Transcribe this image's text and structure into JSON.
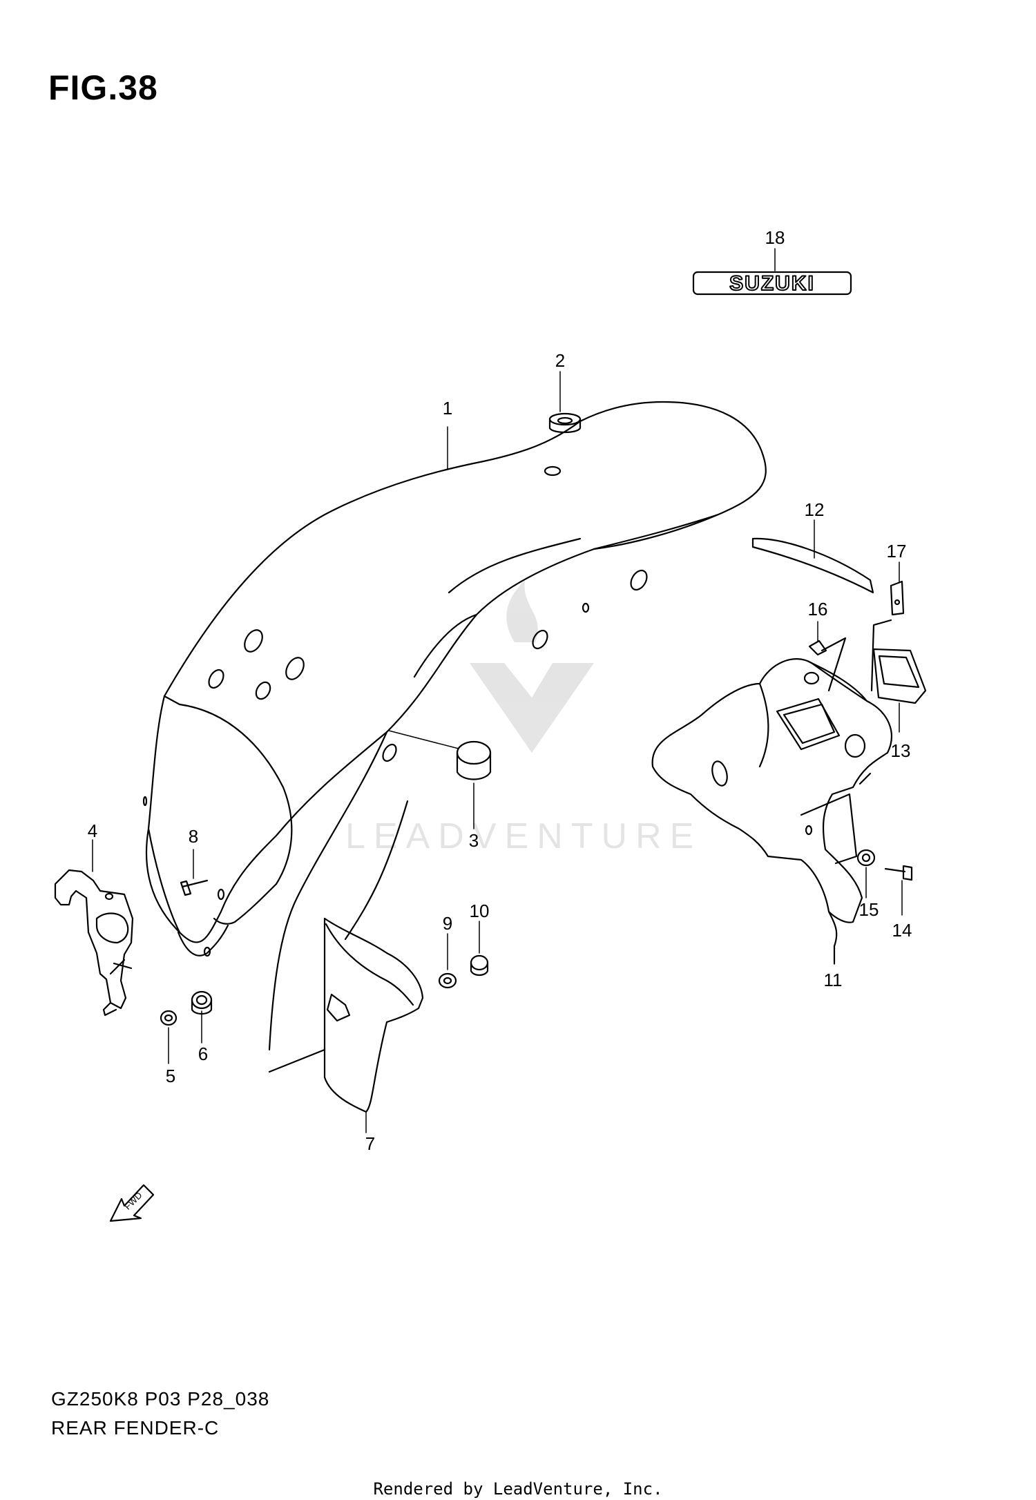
{
  "figure": {
    "title": "FIG.38",
    "model_code": "GZ250K8 P03 P28_038",
    "section_name": "REAR FENDER-C",
    "credit": "Rendered by LeadVenture, Inc."
  },
  "emblem": {
    "text": "SUZUKI"
  },
  "direction_arrow": {
    "label": "FWD"
  },
  "watermark": {
    "text": "LEADVENTURE"
  },
  "callouts": [
    {
      "id": "callout-1",
      "label": "1"
    },
    {
      "id": "callout-2",
      "label": "2"
    },
    {
      "id": "callout-3",
      "label": "3"
    },
    {
      "id": "callout-4",
      "label": "4"
    },
    {
      "id": "callout-5",
      "label": "5"
    },
    {
      "id": "callout-6",
      "label": "6"
    },
    {
      "id": "callout-7",
      "label": "7"
    },
    {
      "id": "callout-8",
      "label": "8"
    },
    {
      "id": "callout-9",
      "label": "9"
    },
    {
      "id": "callout-10",
      "label": "10"
    },
    {
      "id": "callout-11",
      "label": "11"
    },
    {
      "id": "callout-12",
      "label": "12"
    },
    {
      "id": "callout-13",
      "label": "13"
    },
    {
      "id": "callout-14",
      "label": "14"
    },
    {
      "id": "callout-15",
      "label": "15"
    },
    {
      "id": "callout-16",
      "label": "16"
    },
    {
      "id": "callout-17",
      "label": "17"
    },
    {
      "id": "callout-18",
      "label": "18"
    }
  ]
}
